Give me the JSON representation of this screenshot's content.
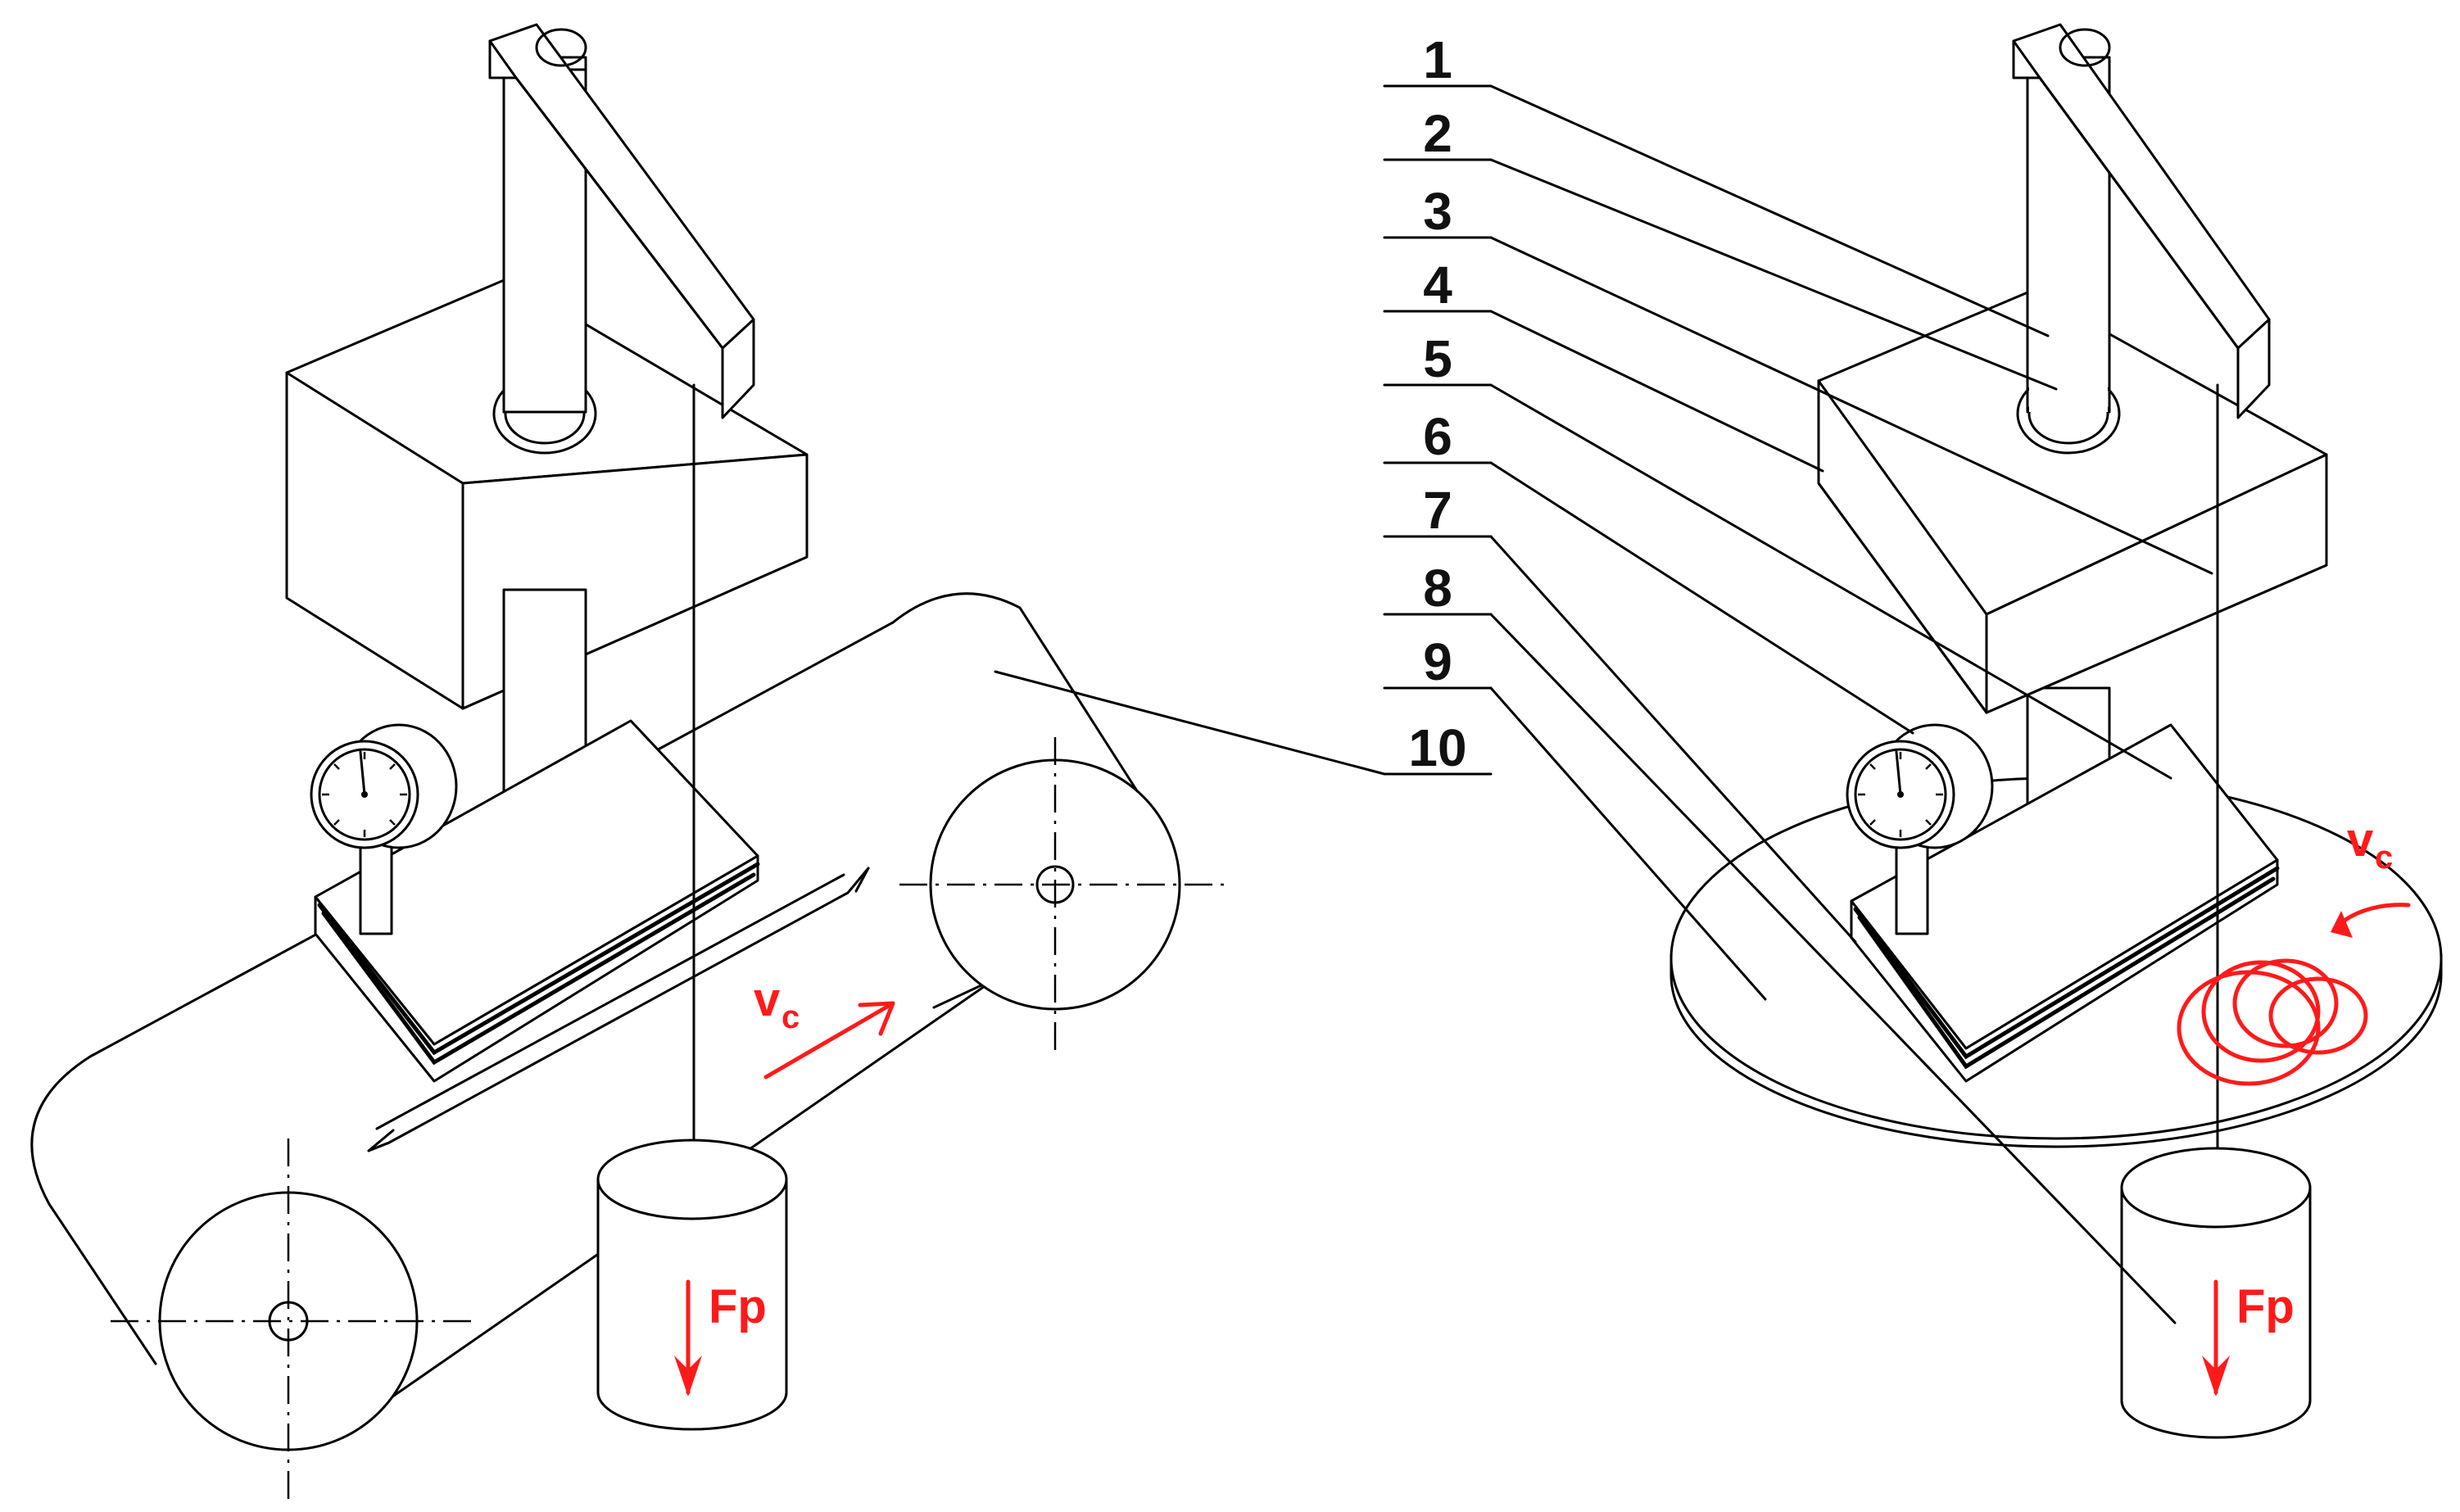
{
  "callouts": [
    "1",
    "2",
    "3",
    "4",
    "5",
    "6",
    "7",
    "8",
    "9",
    "10"
  ],
  "left_rig": {
    "velocity_main": "v",
    "velocity_sub": "c",
    "force": "Fp"
  },
  "right_rig": {
    "velocity_main": "v",
    "velocity_sub": "c",
    "force": "Fp"
  },
  "colors": {
    "annotation": "#ff1a1a",
    "line": "#000000"
  }
}
